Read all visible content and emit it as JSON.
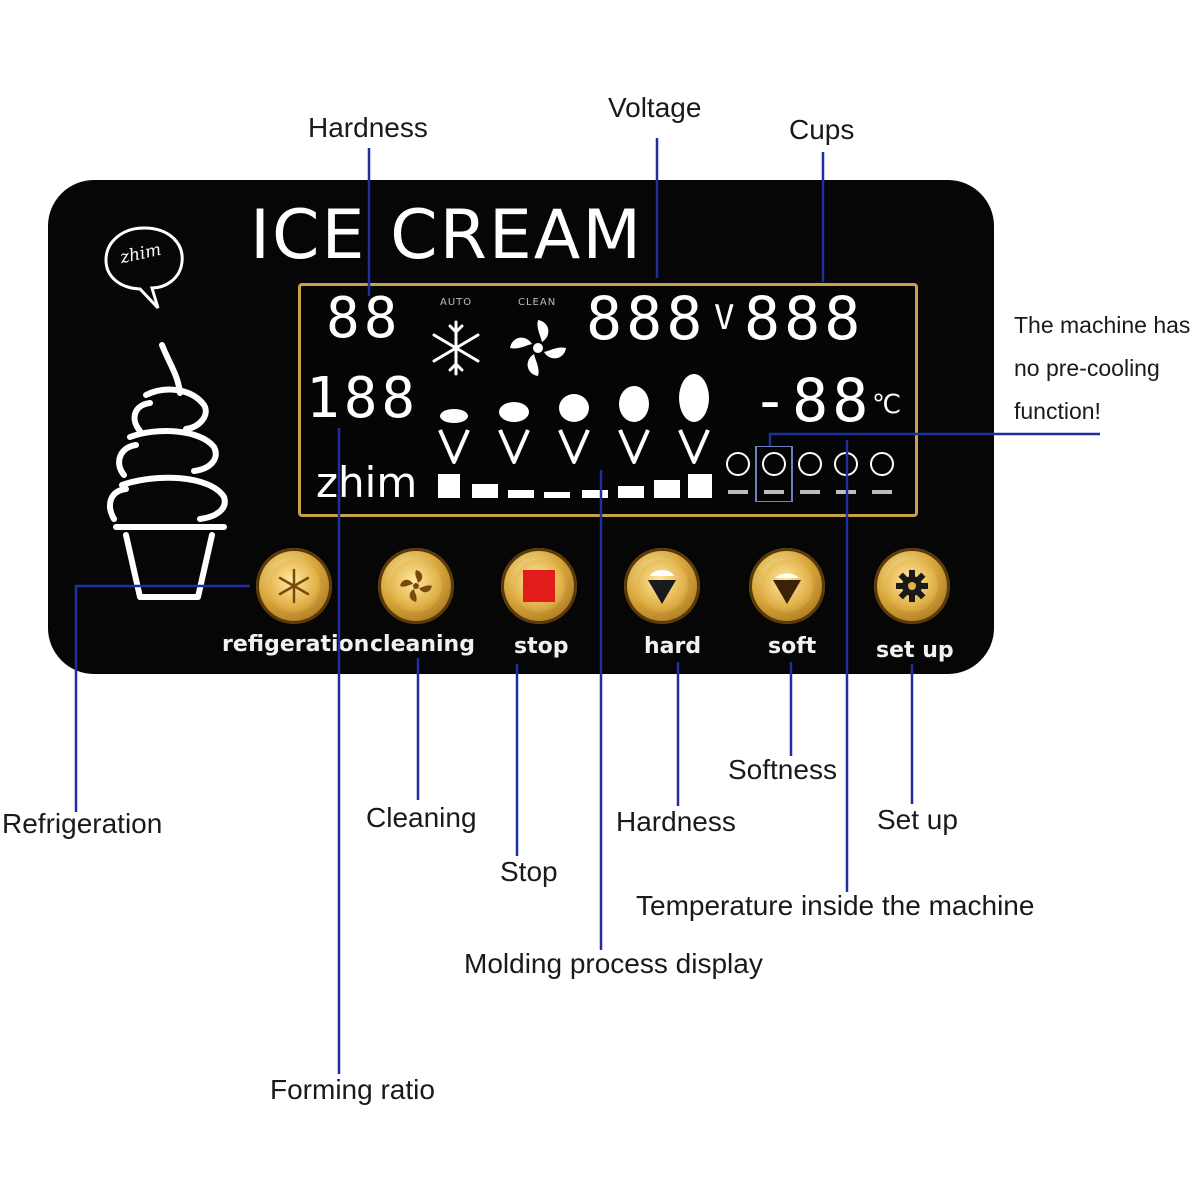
{
  "panel": {
    "title": "ICE CREAM",
    "logo_bubble": "zhim",
    "display": {
      "hardness_digits": "88",
      "ratio_digits": "188",
      "voltage_digits": "888",
      "voltage_unit": "V",
      "cups_digits": "888",
      "temp_digits": "-88",
      "temp_unit": "℃",
      "brand": "zhim",
      "auto_label": "AUTO",
      "clean_label": "CLEAN"
    },
    "buttons": [
      {
        "label": "refigeration",
        "icon": "snowflake-icon"
      },
      {
        "label": "cleaning",
        "icon": "fan-icon"
      },
      {
        "label": "stop",
        "icon": "stop-square-icon",
        "color": "#e21b1b"
      },
      {
        "label": "hard",
        "icon": "hard-cone-icon"
      },
      {
        "label": "soft",
        "icon": "soft-cone-icon"
      },
      {
        "label": "set up",
        "icon": "gear-icon"
      }
    ]
  },
  "callouts": {
    "hardness_top": "Hardness",
    "voltage": "Voltage",
    "cups": "Cups",
    "note_line1": "The machine has",
    "note_line2": "no pre-cooling",
    "note_line3": "function!",
    "refrigeration": "Refrigeration",
    "cleaning": "Cleaning",
    "stop": "Stop",
    "hardness_bottom": "Hardness",
    "softness": "Softness",
    "set_up": "Set up",
    "temperature": "Temperature inside the machine",
    "molding": "Molding process display",
    "forming_ratio": "Forming ratio"
  },
  "colors": {
    "leader_line": "#1f2f9e",
    "panel_bg": "#060606",
    "lcd_border": "#c9a24a",
    "button_gold": "#d9a73c"
  }
}
